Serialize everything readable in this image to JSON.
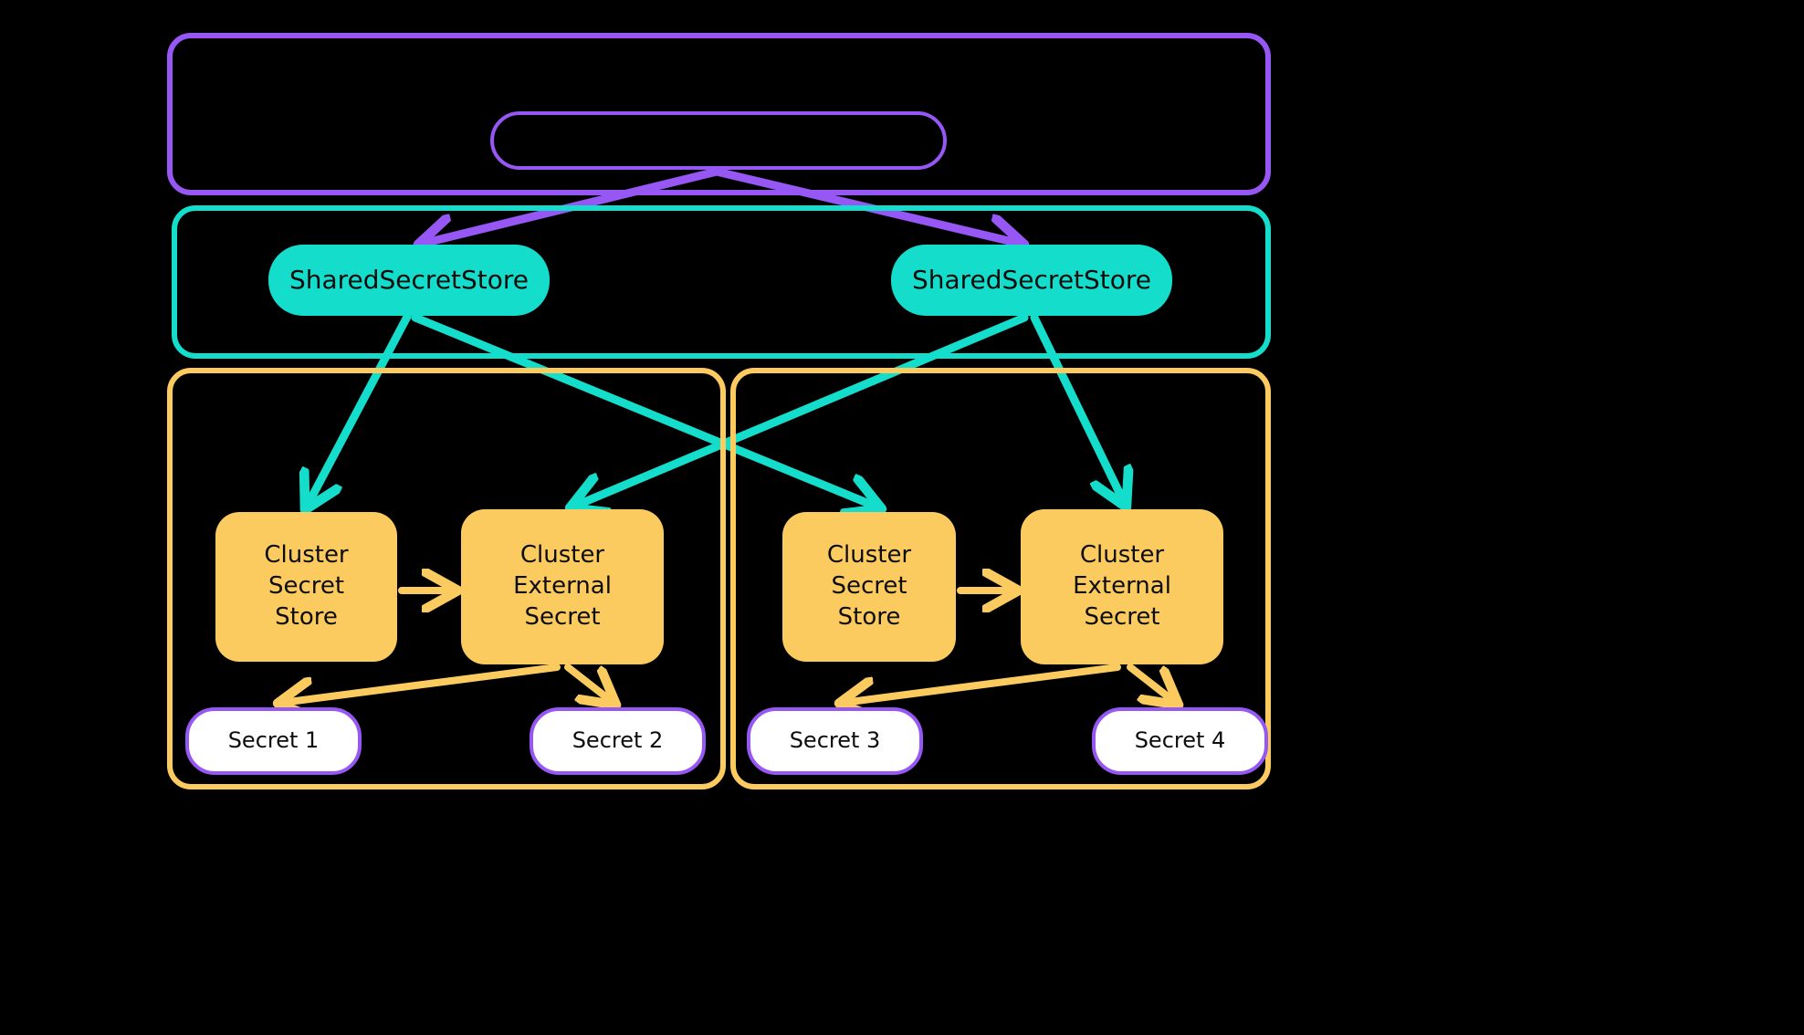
{
  "diagram": {
    "title": "",
    "background_color": "#000000",
    "colors": {
      "purple": "#9657F5",
      "teal": "#15DDCB",
      "yellow": "#FCCB5F",
      "white": "#FFFFFF",
      "text": "#0D0D0D"
    }
  },
  "groups": {
    "purple_container": {
      "label": ""
    },
    "teal_container": {
      "label": ""
    },
    "yellow_container_left": {
      "label": ""
    },
    "yellow_container_right": {
      "label": ""
    }
  },
  "nodes": {
    "root_pill": {
      "label": ""
    },
    "shared_store_left": {
      "label": "SharedSecretStore"
    },
    "shared_store_right": {
      "label": "SharedSecretStore"
    },
    "cluster_secret_store_left": {
      "label": "Cluster\nSecret\nStore"
    },
    "cluster_external_secret_left": {
      "label": "Cluster\nExternal\nSecret"
    },
    "cluster_secret_store_right": {
      "label": "Cluster\nSecret\nStore"
    },
    "cluster_external_secret_right": {
      "label": "Cluster\nExternal\nSecret"
    },
    "secret_1": {
      "label": "Secret 1"
    },
    "secret_2": {
      "label": "Secret 2"
    },
    "secret_3": {
      "label": "Secret 3"
    },
    "secret_4": {
      "label": "Secret 4"
    }
  },
  "edges": [
    {
      "from": "root_pill",
      "to": "shared_store_left",
      "color": "#9657F5"
    },
    {
      "from": "root_pill",
      "to": "shared_store_right",
      "color": "#9657F5"
    },
    {
      "from": "shared_store_left",
      "to": "cluster_secret_store_left",
      "color": "#15DDCB"
    },
    {
      "from": "shared_store_left",
      "to": "cluster_secret_store_right",
      "color": "#15DDCB"
    },
    {
      "from": "shared_store_right",
      "to": "cluster_external_secret_left",
      "color": "#15DDCB"
    },
    {
      "from": "shared_store_right",
      "to": "cluster_external_secret_right",
      "color": "#15DDCB"
    },
    {
      "from": "cluster_secret_store_left",
      "to": "cluster_external_secret_left",
      "color": "#FCCB5F"
    },
    {
      "from": "cluster_secret_store_right",
      "to": "cluster_external_secret_right",
      "color": "#FCCB5F"
    },
    {
      "from": "cluster_external_secret_left",
      "to": "secret_1",
      "color": "#FCCB5F"
    },
    {
      "from": "cluster_external_secret_left",
      "to": "secret_2",
      "color": "#FCCB5F"
    },
    {
      "from": "cluster_external_secret_right",
      "to": "secret_3",
      "color": "#FCCB5F"
    },
    {
      "from": "cluster_external_secret_right",
      "to": "secret_4",
      "color": "#FCCB5F"
    }
  ]
}
